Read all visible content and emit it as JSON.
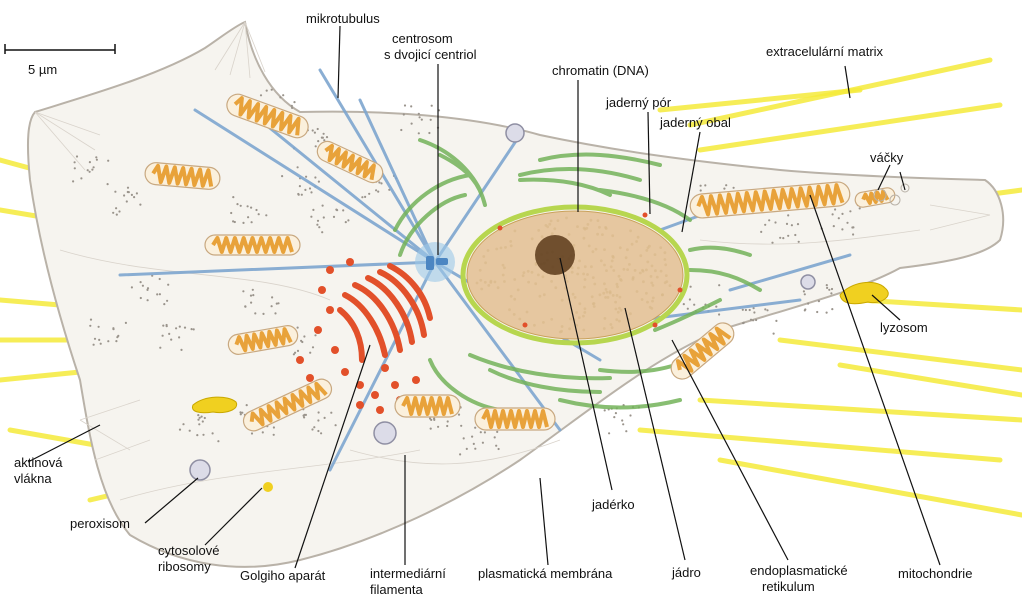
{
  "scale_bar": {
    "label": "5 µm"
  },
  "labels": {
    "mikrotubulus": "mikrotubulus",
    "centrosom_1": "centrosom",
    "centrosom_2": "s dvojicí centriol",
    "chromatin": "chromatin (DNA)",
    "jaderny_por": "jaderný pór",
    "jaderny_obal": "jaderný obal",
    "extracelularni_matrix": "extracelulární matrix",
    "vacky": "váčky",
    "lyzosom": "lyzosom",
    "aktinova_1": "aktinová",
    "aktinova_2": "vlákna",
    "peroxisom": "peroxisom",
    "cytosolove_1": "cytosolové",
    "cytosolove_2": "ribosomy",
    "golgiho": "Golgiho aparát",
    "intermediarni_1": "intermediární",
    "intermediarni_2": "filamenta",
    "plasmaticka": "plasmatická membrána",
    "jaderko": "jadérko",
    "jadro": "jádro",
    "endoplasmaticke_1": "endoplasmatické",
    "endoplasmaticke_2": "retikulum",
    "mitochondrie": "mitochondrie"
  },
  "colors": {
    "matrix": "#f5ea3a",
    "membrane": "#b9b2a8",
    "cytoplasm": "#f6f4ef",
    "mitochondria": "#e8a23a",
    "golgi": "#e2502a",
    "er": "#74b35a",
    "nucleus": "#e6c7a0",
    "envelope": "#b7d64f",
    "microtubule": "#7ea6cf",
    "centrosome": "#9cc8e8",
    "lysosome": "#f0d020",
    "leader": "#111111"
  }
}
